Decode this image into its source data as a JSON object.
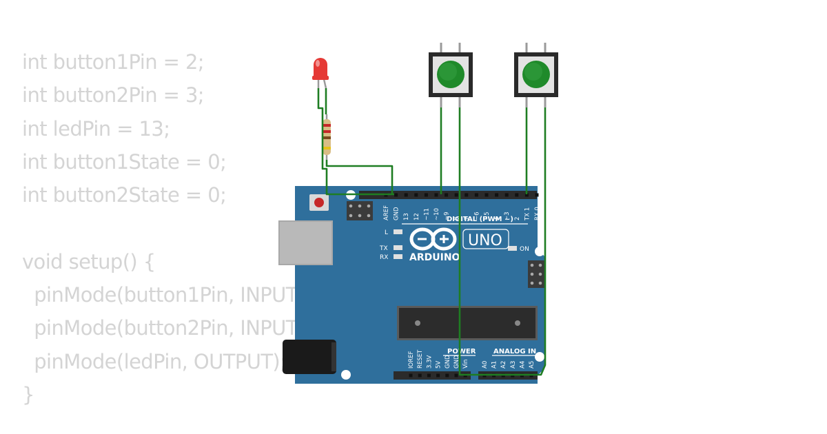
{
  "code": {
    "lines": [
      "int button1Pin = 2;",
      "int button2Pin = 3;",
      "int ledPin = 13;",
      "int button1State = 0;",
      "int button2State = 0;",
      "",
      "void setup() {",
      "  pinMode(button1Pin, INPUT);",
      "  pinMode(button2Pin, INPUT);",
      "  pinMode(ledPin, OUTPUT);",
      "}"
    ],
    "color": "#d4d4d4"
  },
  "board": {
    "brand": "ARDUINO",
    "model": "UNO",
    "color": "#2f6f9c",
    "digital_header_label": "DIGITAL (PWM ~)",
    "digital_pins": [
      "AREF",
      "GND",
      "13",
      "12",
      "~11",
      "~10",
      "~9",
      "8",
      "7",
      "~6",
      "~5",
      "4",
      "~3",
      "2",
      "TX 1",
      "RX 0"
    ],
    "power_header_label": "POWER",
    "power_pins": [
      "IOREF",
      "RESET",
      "3.3V",
      "5V",
      "GND",
      "GND",
      "Vin"
    ],
    "analog_header_label": "ANALOG IN",
    "analog_pins": [
      "A0",
      "A1",
      "A2",
      "A3",
      "A4",
      "A5"
    ],
    "led_labels": {
      "l": "L",
      "tx": "TX",
      "rx": "RX",
      "on": "ON"
    }
  },
  "components": {
    "led_color": "#e53935",
    "button_cap_color": "#1f8a2a",
    "wire_color": "#1e7d22"
  }
}
